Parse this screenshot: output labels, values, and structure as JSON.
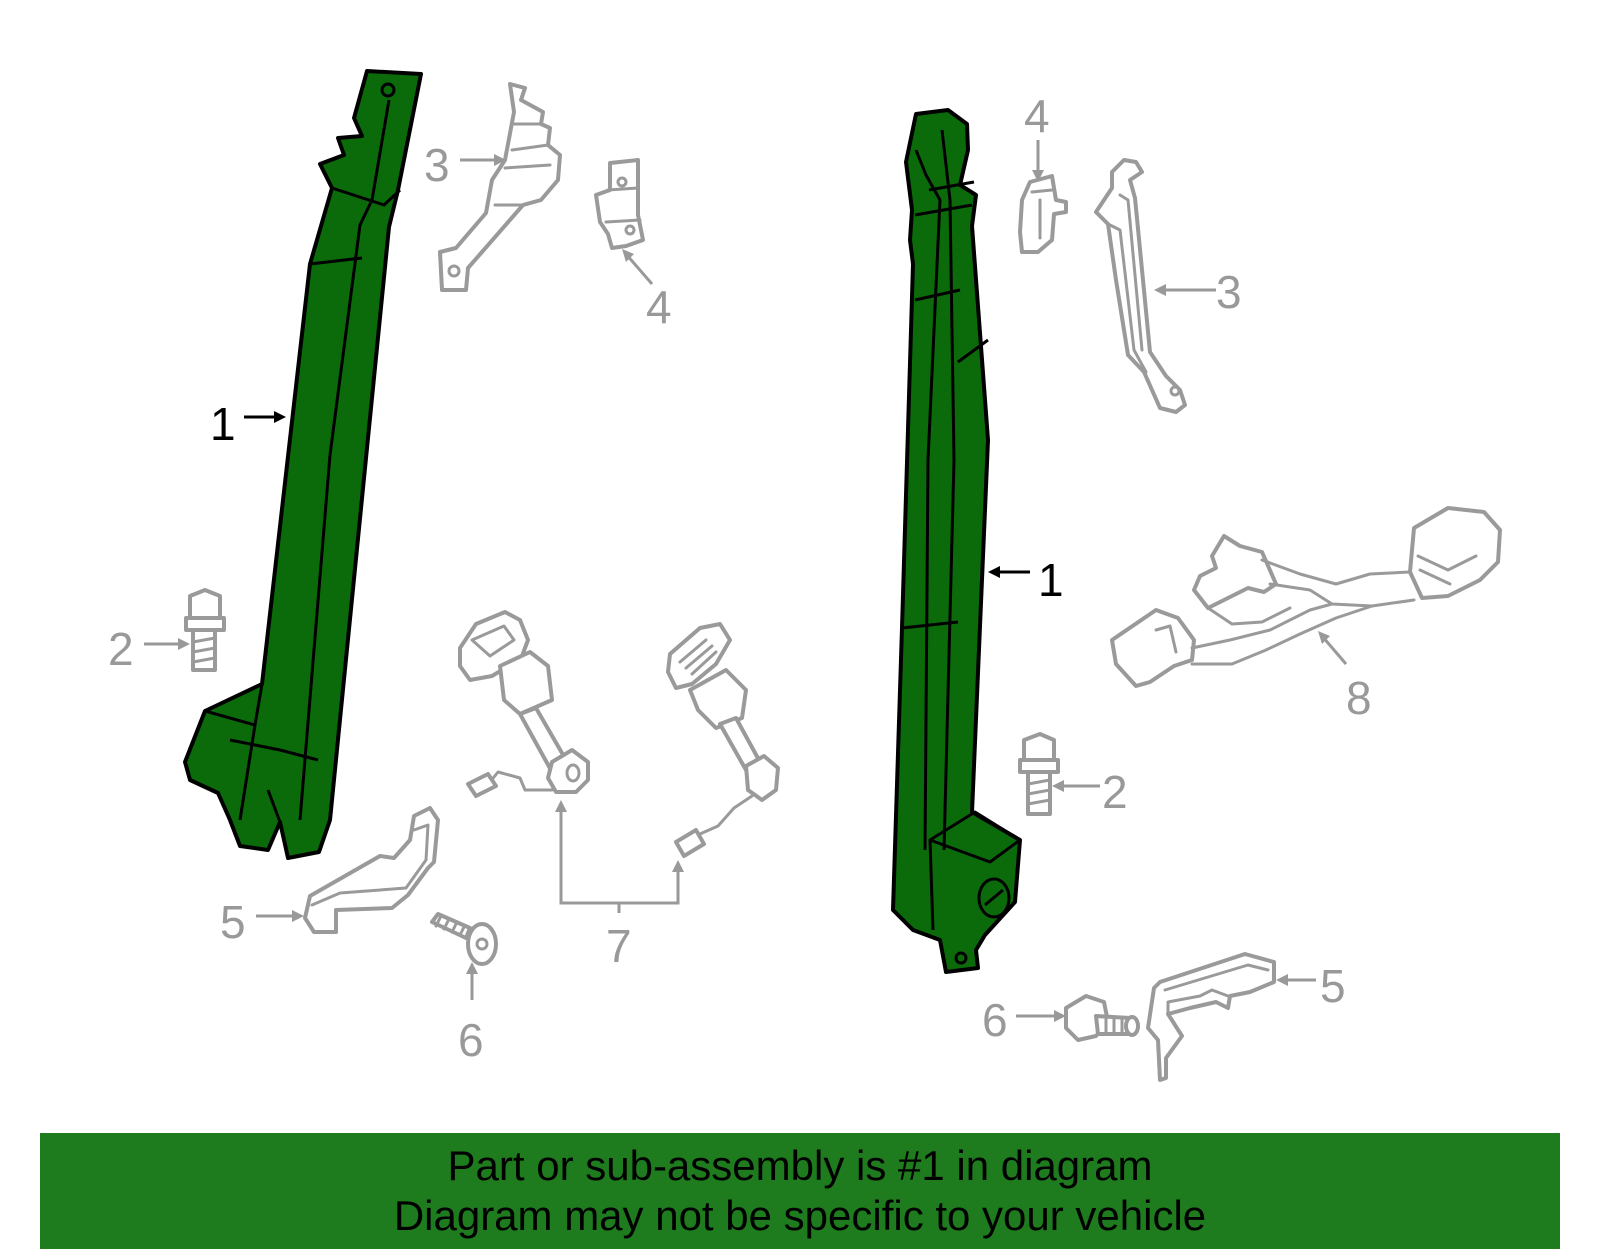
{
  "banner": {
    "line1": "Part or sub-assembly is #1 in diagram",
    "line2": "Diagram may not be specific to your vehicle",
    "color": "#1e7b1e"
  },
  "highlight_color": "#0b6b0b",
  "callouts": {
    "left_belt": "1",
    "right_belt": "1",
    "left_bolt": "2",
    "right_bolt": "2",
    "left_bracket": "3",
    "right_bracket": "3",
    "left_clip": "4",
    "right_clip": "4",
    "left_guide": "5",
    "right_guide": "5",
    "left_screw": "6",
    "right_screw": "6",
    "buckles": "7",
    "harness": "8"
  }
}
